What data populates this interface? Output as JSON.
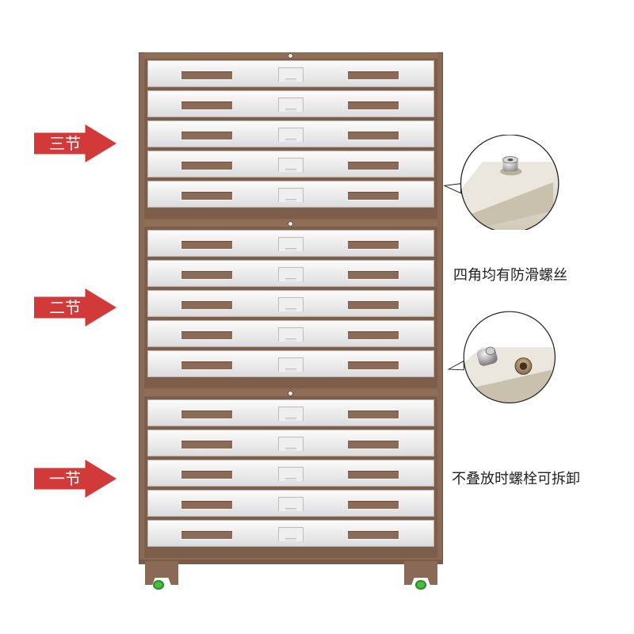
{
  "sections": [
    {
      "label": "三节"
    },
    {
      "label": "二节"
    },
    {
      "label": "一节"
    }
  ],
  "callouts": [
    {
      "text": "四角均有防滑螺丝"
    },
    {
      "text": "不叠放时螺栓可拆卸"
    }
  ],
  "colors": {
    "frame": "#8b6a55",
    "arrow": "#d23a3a",
    "wheel": "#43c13d",
    "callout_metal": "#d9d3c6"
  },
  "drawers_per_section": 5
}
